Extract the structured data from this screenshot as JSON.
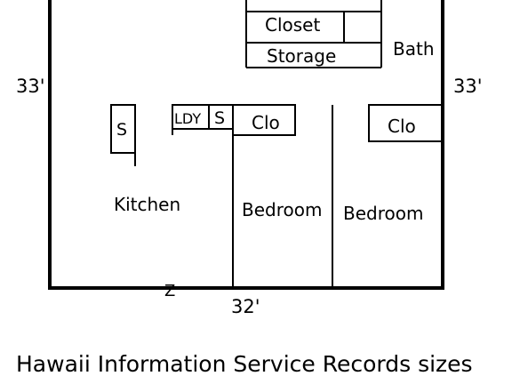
{
  "plan": {
    "dimensions": {
      "left": "33'",
      "right": "33'",
      "bottom": "32'"
    },
    "rooms": {
      "closet": "Closet",
      "storage": "Storage",
      "bath": "Bath",
      "kitchen": "Kitchen",
      "bedroom_middle": "Bedroom",
      "bedroom_right": "Bedroom"
    },
    "fixtures": {
      "sink_left": "S",
      "laundry": "LDY",
      "sink_laundry": "S",
      "closet_middle": "Clo",
      "closet_right": "Clo",
      "compass_mark": "Z"
    }
  },
  "caption": "Hawaii Information Service Records sizes"
}
